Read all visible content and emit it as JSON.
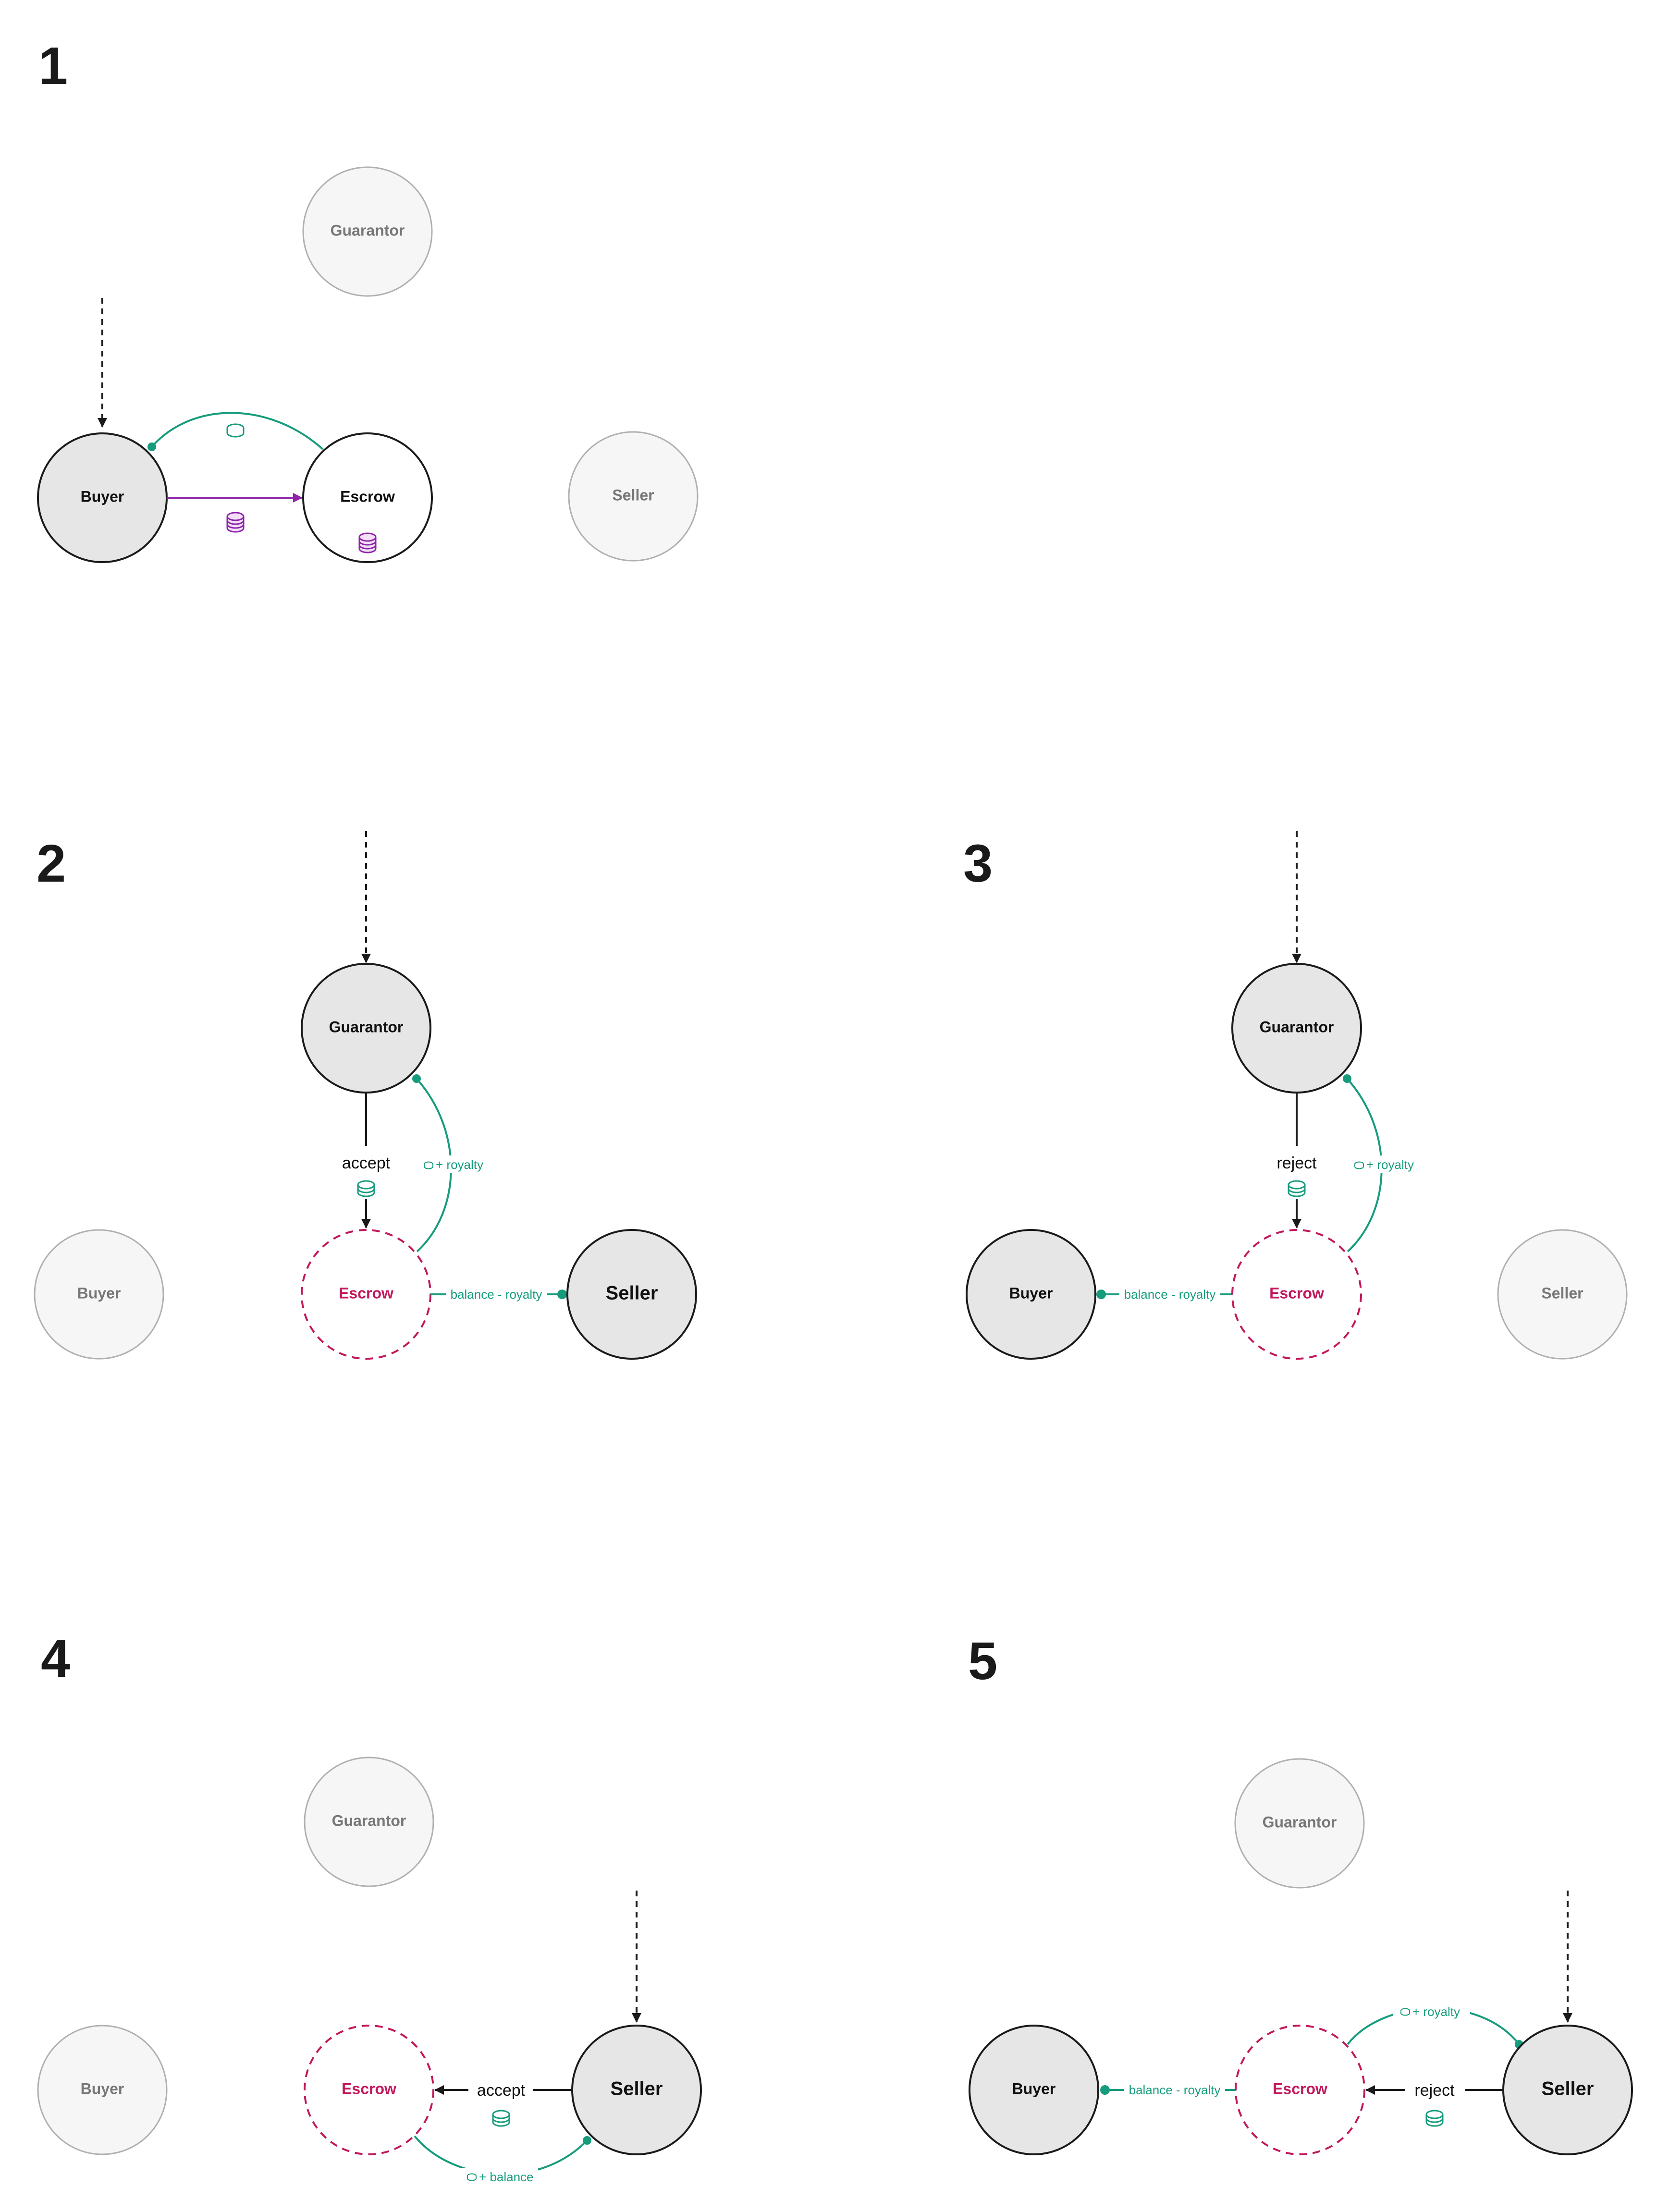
{
  "colors": {
    "transfer_green": "#169c7c",
    "deposit_purple": "#8e24aa",
    "escrow_closing_red": "#c2185b",
    "active_node_fill": "#e6e6e6",
    "inactive_node_fill": "#f6f6f6"
  },
  "steps": [
    {
      "number": "1",
      "nodes": {
        "guarantor": "Guarantor",
        "buyer": "Buyer",
        "escrow": "Escrow",
        "seller": "Seller"
      }
    },
    {
      "number": "2",
      "nodes": {
        "guarantor": "Guarantor",
        "buyer": "Buyer",
        "escrow": "Escrow",
        "seller": "Seller"
      },
      "action": "accept",
      "royalty_label": "+ royalty",
      "payout_label": "balance - royalty"
    },
    {
      "number": "3",
      "nodes": {
        "guarantor": "Guarantor",
        "buyer": "Buyer",
        "escrow": "Escrow",
        "seller": "Seller"
      },
      "action": "reject",
      "royalty_label": "+ royalty",
      "payout_label": "balance - royalty"
    },
    {
      "number": "4",
      "nodes": {
        "guarantor": "Guarantor",
        "buyer": "Buyer",
        "escrow": "Escrow",
        "seller": "Seller"
      },
      "action": "accept",
      "payout_label": "+ balance"
    },
    {
      "number": "5",
      "nodes": {
        "guarantor": "Guarantor",
        "buyer": "Buyer",
        "escrow": "Escrow",
        "seller": "Seller"
      },
      "action": "reject",
      "royalty_label": "+ royalty",
      "payout_label": "balance - royalty"
    }
  ],
  "icons": {
    "trigger_arrow": "dashed-arrow-icon",
    "coin": "coin-icon",
    "coin_stack": "coin-stack-icon",
    "transfer_dot": "dot-icon"
  }
}
